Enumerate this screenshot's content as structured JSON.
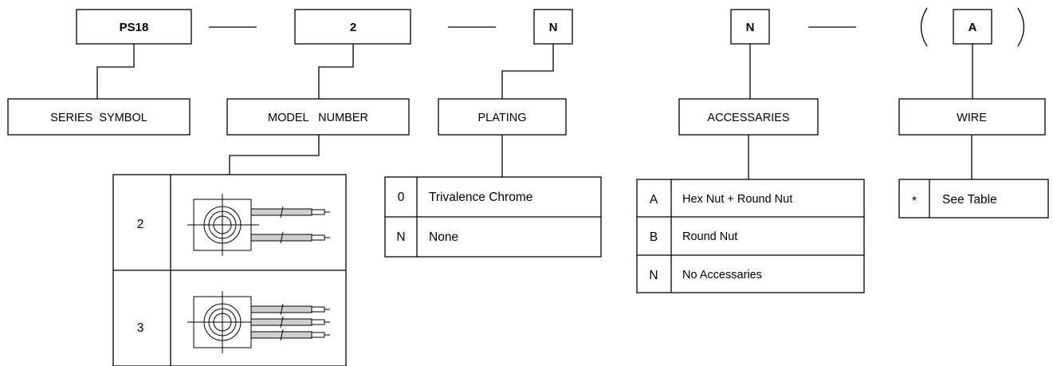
{
  "codes": {
    "series": "PS18",
    "model": "2",
    "plating": "N",
    "accessaries": "N",
    "wire": "A"
  },
  "labels": {
    "series": "SERIES  SYMBOL",
    "model": "MODEL   NUMBER",
    "plating": "PLATING",
    "accessaries": "ACCESSARIES",
    "wire": "WIRE"
  },
  "model_table": [
    {
      "code": "2",
      "image": "two-wire-connector-icon"
    },
    {
      "code": "3",
      "image": "three-wire-connector-icon"
    }
  ],
  "plating_table": [
    {
      "code": "0",
      "desc": "Trivalence Chrome"
    },
    {
      "code": "N",
      "desc": "None"
    }
  ],
  "accessaries_table": [
    {
      "code": "A",
      "desc": "Hex Nut + Round Nut"
    },
    {
      "code": "B",
      "desc": "Round Nut"
    },
    {
      "code": "N",
      "desc": "No Accessaries"
    }
  ],
  "wire_table": [
    {
      "code": "*",
      "desc": "See Table"
    }
  ],
  "colors": {
    "line": "#000000",
    "wire_fill": "#cfcfcf",
    "background": "#ffffff"
  }
}
